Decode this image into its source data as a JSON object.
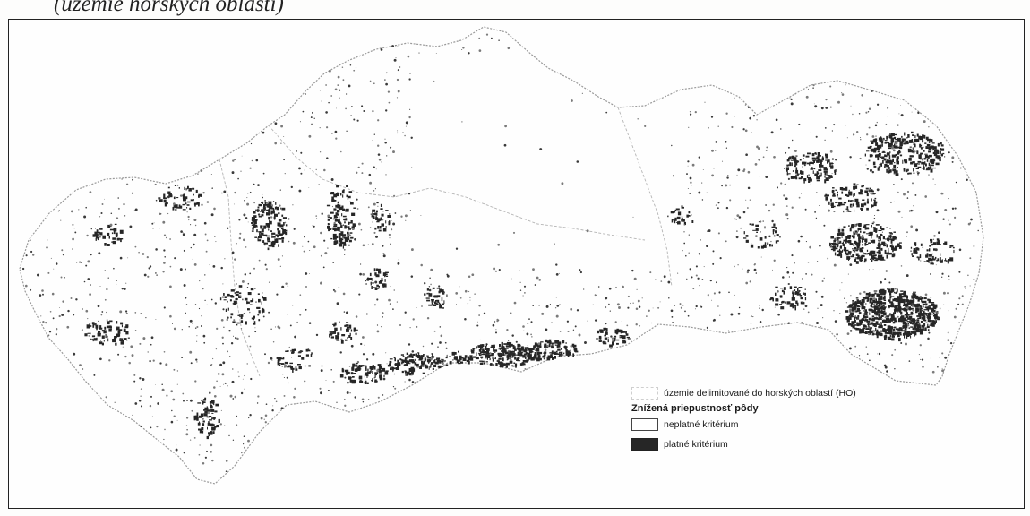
{
  "caption": "(územie horských oblastí)",
  "map": {
    "background": "#fefefe",
    "outline_color": "#9a9a9a",
    "valid_color": "#262626"
  },
  "legend": {
    "ho_label": "územie delimitované do horských oblastí (HO)",
    "title": "Znížená priepustnosť pôdy",
    "invalid_label": "neplatné kritérium",
    "valid_label": "platné kritérium"
  }
}
